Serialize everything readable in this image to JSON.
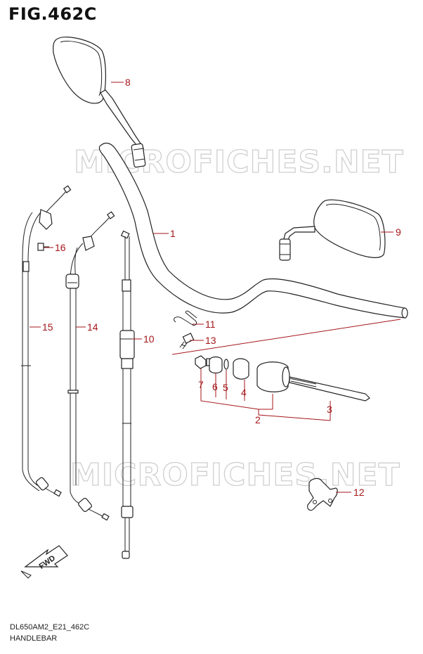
{
  "figure": {
    "title": "FIG.462C"
  },
  "watermark": {
    "text": "MICROFICHES.NET"
  },
  "footer": {
    "model_code": "DL650AM2_E21_462C",
    "section": "HANDLEBAR"
  },
  "fwd_label": "FWD",
  "callouts": [
    {
      "id": "8",
      "label": "8"
    },
    {
      "id": "1",
      "label": "1"
    },
    {
      "id": "9",
      "label": "9"
    },
    {
      "id": "16",
      "label": "16"
    },
    {
      "id": "15",
      "label": "15"
    },
    {
      "id": "14",
      "label": "14"
    },
    {
      "id": "10",
      "label": "10"
    },
    {
      "id": "11",
      "label": "11"
    },
    {
      "id": "13",
      "label": "13"
    },
    {
      "id": "7",
      "label": "7"
    },
    {
      "id": "6",
      "label": "6"
    },
    {
      "id": "5",
      "label": "5"
    },
    {
      "id": "4",
      "label": "4"
    },
    {
      "id": "3",
      "label": "3"
    },
    {
      "id": "2",
      "label": "2"
    },
    {
      "id": "12",
      "label": "12"
    }
  ],
  "colors": {
    "callout": "#a4161a",
    "line": "#222222",
    "watermark": "#cfcfcf"
  }
}
